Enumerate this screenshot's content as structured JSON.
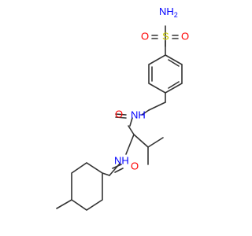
{
  "colors": {
    "bond": "#333333",
    "oxygen": "#ff0000",
    "nitrogen": "#0000ff",
    "sulfur": "#cccc00",
    "background": "#ffffff"
  },
  "atoms": {
    "sulfonamide_nh2": "NH",
    "sulfonamide_nh2_sub": "2",
    "sulfur": "S",
    "sulfonyl_o_left": "O",
    "sulfonyl_o_right": "O",
    "amide_nh_right": "NH",
    "amide_o_upper": "O",
    "amide_nh_left": "NH",
    "amide_o_lower": "O"
  }
}
